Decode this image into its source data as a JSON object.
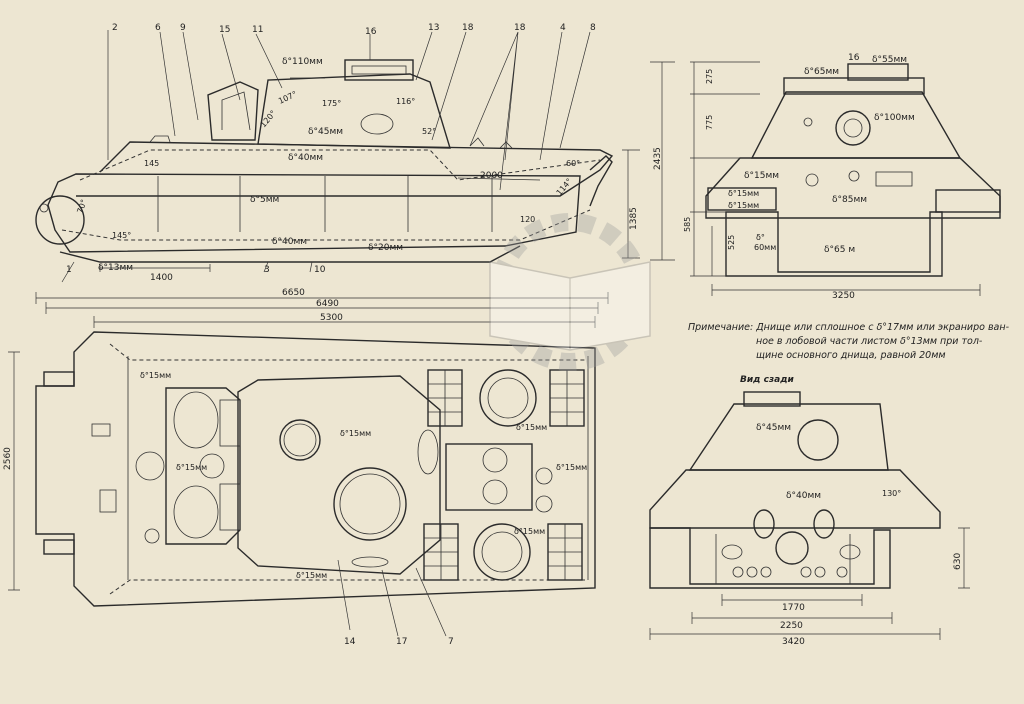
{
  "dims": {
    "d6650": "6650",
    "d6490": "6490",
    "d5300": "5300",
    "d1400": "1400",
    "d2000": "2000",
    "d1385": "1385",
    "d2435": "2435",
    "d2560": "2560",
    "d3250": "3250",
    "d275": "275",
    "d775": "775",
    "d585": "585",
    "d525": "525",
    "d1770": "1770",
    "d2250": "2250",
    "d3420": "3420",
    "d630": "630"
  },
  "side": {
    "callouts": [
      "2",
      "6",
      "9",
      "15",
      "11",
      "16",
      "13",
      "18",
      "18",
      "4",
      "8",
      "1",
      "3",
      "10"
    ],
    "armor": {
      "t110": "δ°110мм",
      "t45": "δ°45мм",
      "t40": "δ°40мм",
      "t5": "δ°5мм",
      "t40b": "δ°40мм",
      "t20": "δ°20мм",
      "t13": "δ°13мм"
    },
    "angles": {
      "a175": "175°",
      "a107": "107°",
      "a120": "120°",
      "a116": "116°",
      "a52": "52°",
      "a145": "145",
      "a70": "70°",
      "a145b": "145°",
      "a60": "60°",
      "a114": "114°",
      "a120b": "120"
    }
  },
  "front": {
    "callouts": [
      "16"
    ],
    "armor": {
      "t65": "δ°65мм",
      "t55": "δ°55мм",
      "t100": "δ°100мм",
      "t15": "δ°15мм",
      "t85": "δ°85мм",
      "t15a": "δ°15мм",
      "t15b": "δ°15мм",
      "t60": "δ°",
      "t60v": "60мм",
      "t65b": "δ°65 м"
    }
  },
  "note": {
    "lines": [
      "Примечание: Днище или сплошное с δ°17мм или экраниро ван-",
      "ное в лобовой части листом δ°13мм при тол-",
      "щине основного днища, равной 20мм"
    ]
  },
  "top": {
    "callouts": [
      "14",
      "17",
      "7"
    ],
    "armor": {
      "t15a": "δ°15мм",
      "t15b": "δ°15мм",
      "t15c": "δ°15мм",
      "t15d": "δ°15мм",
      "t15e": "δ°15мм",
      "t15f": "δ°15мм",
      "t15g": "δ°15мм"
    }
  },
  "rear": {
    "title": "Вид сзади",
    "armor": {
      "t45": "δ°45мм",
      "t40": "δ°40мм",
      "a130": "130°"
    }
  }
}
